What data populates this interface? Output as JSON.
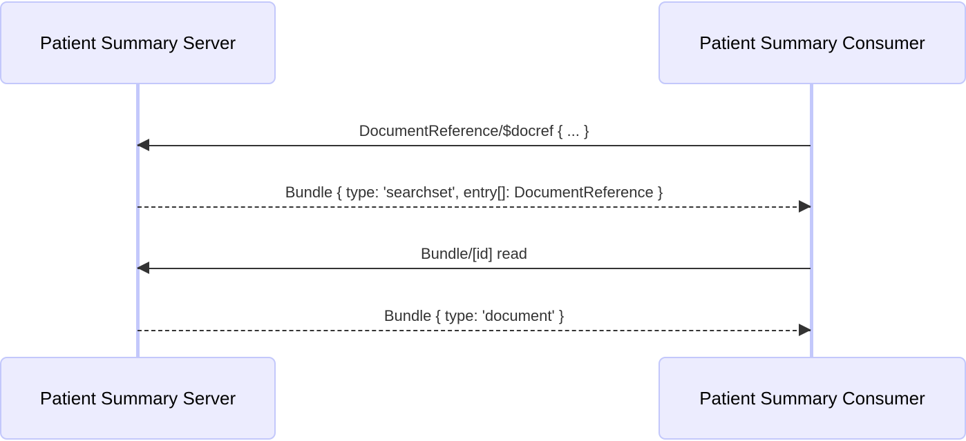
{
  "diagram": {
    "type": "sequence-diagram",
    "colors": {
      "participant_fill": "#ececfe",
      "participant_border": "#c3c8fb",
      "lifeline": "#c3c8fb",
      "message_line": "#333333",
      "participant_text": "#000000",
      "message_text": "#333333",
      "background": "#ffffff"
    },
    "participants": [
      {
        "id": "server",
        "label": "Patient Summary Server"
      },
      {
        "id": "consumer",
        "label": "Patient Summary Consumer"
      }
    ],
    "messages": [
      {
        "index": 1,
        "label": "DocumentReference/$docref { ... }",
        "from": "consumer",
        "to": "server",
        "direction": "left",
        "line": "solid",
        "arrowhead": "filled"
      },
      {
        "index": 2,
        "label": "Bundle { type: 'searchset', entry[]: DocumentReference }",
        "from": "server",
        "to": "consumer",
        "direction": "right",
        "line": "dashed",
        "arrowhead": "filled"
      },
      {
        "index": 3,
        "label": "Bundle/[id] read",
        "from": "consumer",
        "to": "server",
        "direction": "left",
        "line": "solid",
        "arrowhead": "filled"
      },
      {
        "index": 4,
        "label": "Bundle { type: 'document' }",
        "from": "server",
        "to": "consumer",
        "direction": "right",
        "line": "dashed",
        "arrowhead": "filled"
      }
    ]
  }
}
